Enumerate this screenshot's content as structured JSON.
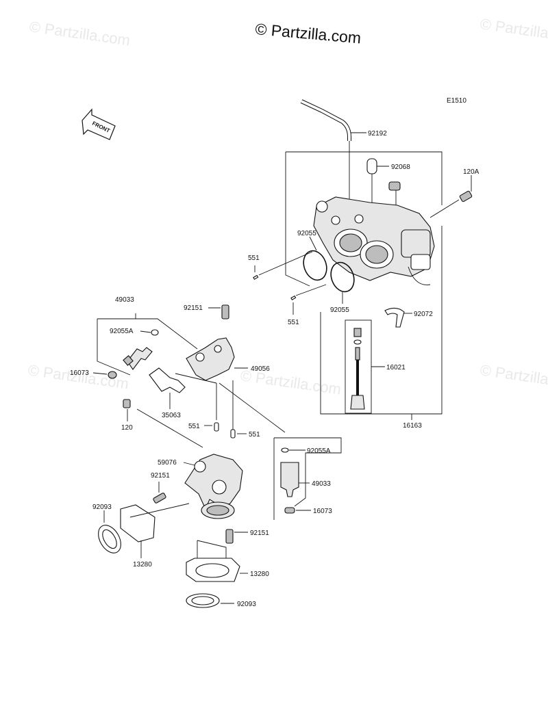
{
  "watermarks": [
    "© Partzilla.com",
    "© Partzilla.com",
    "© Partzilla.com",
    "© Partzilla.com",
    "© Partzilla.com"
  ],
  "copyright": "© Partzilla.com",
  "diagram_code": "E1510",
  "front_arrow_label": "FRONT",
  "part_labels": {
    "p92192": "92192",
    "p92068": "92068",
    "p120A": "120A",
    "p92055_top": "92055",
    "p551_top": "551",
    "p551_mid": "551",
    "p92055_mid": "92055",
    "p92072": "92072",
    "p16021": "16021",
    "p16163": "16163",
    "p49033_top": "49033",
    "p92151_top": "92151",
    "p92055A_top": "92055A",
    "p49056": "49056",
    "p16073_left": "16073",
    "p35063": "35063",
    "p120": "120",
    "p551_a": "551",
    "p551_b": "551",
    "p92055A_bottom": "92055A",
    "p59076": "59076",
    "p49033_bottom": "49033",
    "p92151_left": "92151",
    "p16073_bottom": "16073",
    "p92093_left": "92093",
    "p92151_bottom": "92151",
    "p13280_left": "13280",
    "p13280_right": "13280",
    "p92093_bottom": "92093"
  }
}
